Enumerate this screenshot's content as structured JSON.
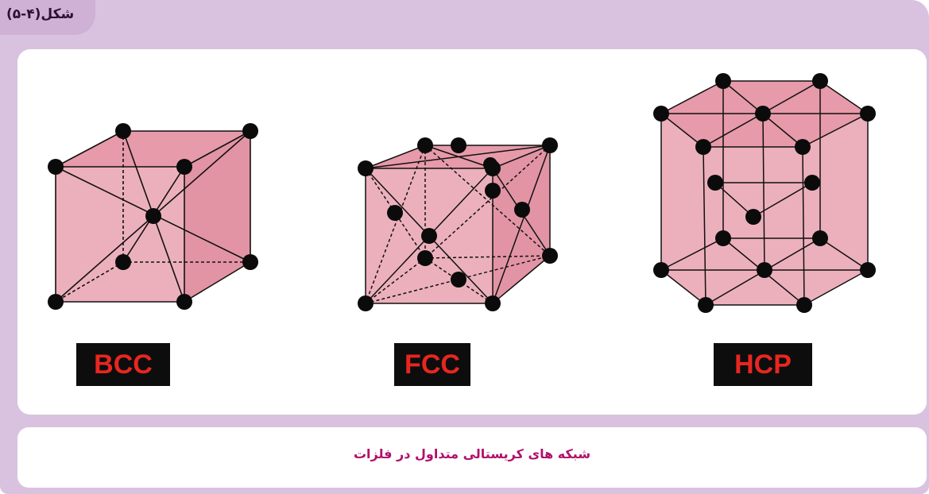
{
  "figure": {
    "label": "شکل(۴-۵)",
    "caption": "شبکه های کریستالی متداول در فلزات"
  },
  "structures": [
    {
      "id": "bcc",
      "label": "BCC"
    },
    {
      "id": "fcc",
      "label": "FCC"
    },
    {
      "id": "hcp",
      "label": "HCP"
    }
  ],
  "colors": {
    "frame": "#d9c2df",
    "tab": "#d0b1d6",
    "face": "#e9a6b3",
    "atom": "#0b0b0b",
    "label_text": "#e8261f",
    "caption_text": "#b0106c"
  }
}
